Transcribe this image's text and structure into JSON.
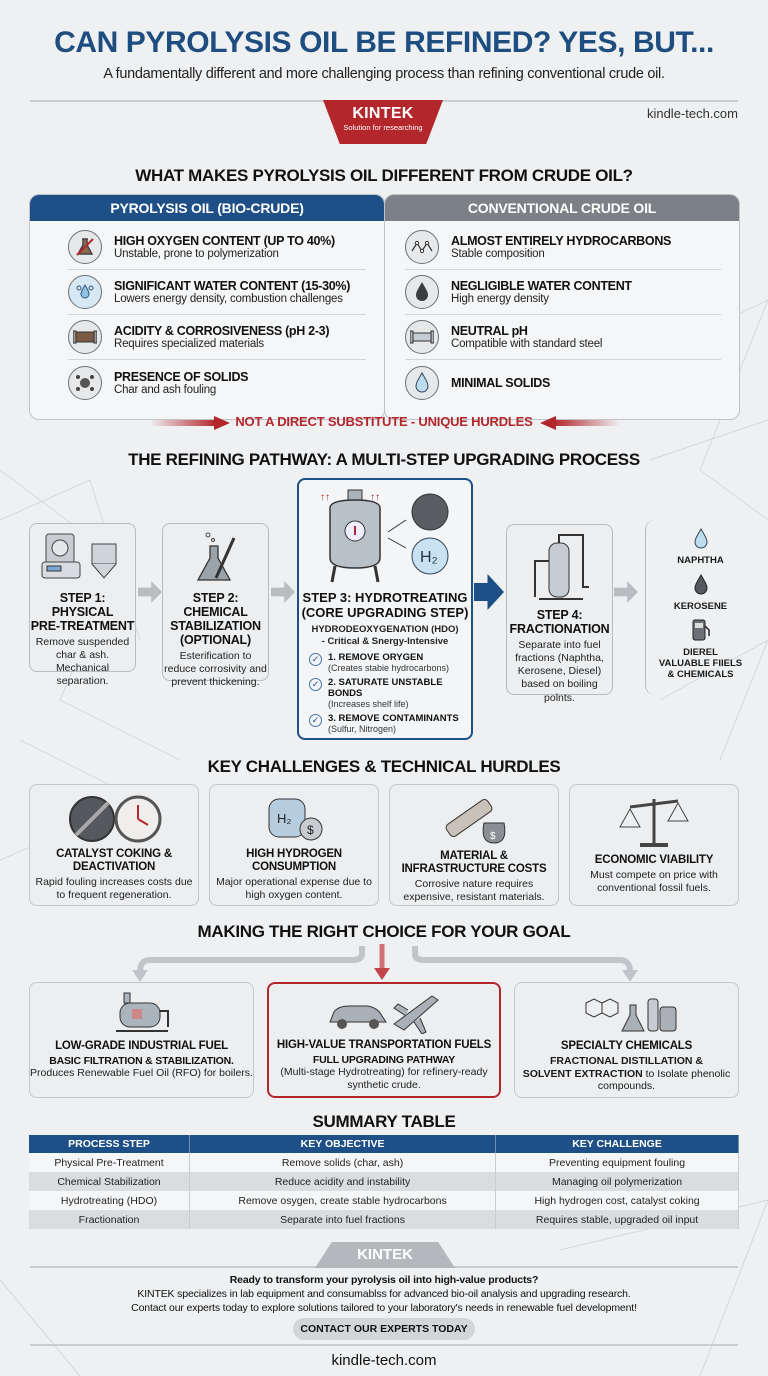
{
  "header": {
    "title": "CAN PYROLYSIS OIL BE REFINED? YES, BUT...",
    "subtitle": "A fundamentally different and more challenging process than refining conventional crude oil.",
    "brand": "KINTEK",
    "brand_tagline": "Solution for researching",
    "website": "kindle-tech.com"
  },
  "comparison": {
    "heading": "WHAT MAKES PYROLYSIS OIL DIFFERENT FROM CRUDE OIL?",
    "left": {
      "title": "PYROLYSIS OIL (BIO-CRUDE)",
      "items": [
        {
          "icon": "crossed-flask-icon",
          "title": "HIGH OXYGEN CONTENT (UP TO 40%)",
          "desc": "Unstable, prone to polymerization"
        },
        {
          "icon": "water-drops-icon",
          "title": "SIGNIFICANT WATER CONTENT (15-30%)",
          "desc": "Lowers energy density, combustion challenges"
        },
        {
          "icon": "corroded-pipe-icon",
          "title": "ACIDITY & CORROSIVENESS (pH 2-3)",
          "desc": "Requires specialized materials"
        },
        {
          "icon": "particles-icon",
          "title": "PRESENCE OF SOLIDS",
          "desc": "Char and ash fouling"
        }
      ]
    },
    "right": {
      "title": "CONVENTIONAL CRUDE OIL",
      "items": [
        {
          "icon": "molecule-chain-icon",
          "title": "ALMOST ENTIRELY HYDROCARBONS",
          "desc": "Stable composition"
        },
        {
          "icon": "oil-drop-icon",
          "title": "NEGLIGIBLE WATER CONTENT",
          "desc": "High energy density"
        },
        {
          "icon": "steel-pipe-icon",
          "title": "NEUTRAL pH",
          "desc": "Compatible with standard steel"
        },
        {
          "icon": "clear-drop-icon",
          "title": "MINIMAL SOLIDS",
          "desc": ""
        }
      ]
    },
    "banner": "NOT A DIRECT SUBSTITUTE - UNIQUE HURDLES"
  },
  "pathway": {
    "heading": "THE REFINING PATHWAY: A MULTI-STEP UPGRADING PROCESS",
    "step1": {
      "title": "STEP 1:\nPHYSICAL\nPRE-TREATMENT",
      "desc": "Remove suspended char & ash. Mechanical separation."
    },
    "step2": {
      "title": "STEP 2:\nCHEMICAL\nSTABILIZATION\n(OPTIONAL)",
      "desc": "Esterification to reduce corrosivity and prevent thickening."
    },
    "step3": {
      "title": "STEP 3: HYDROTREATING\n(CORE UPGRADING STEP)",
      "subtitle": "HYDRODEOXYGENATION (HDO)\n- Critical & Snergy-Intensive",
      "checks": [
        {
          "title": "1. REMOVE ORYGEN",
          "desc": "(Creates stabie hydrocarbons)"
        },
        {
          "title": "2. SATURATE UNSTABLE BONDS",
          "desc": "(Increases shelf life)"
        },
        {
          "title": "3. REMOVE CONTAMINANTS",
          "desc": "(Sulfur, Nitrogen)"
        }
      ]
    },
    "step4": {
      "title": "STEP 4:\nFRACTIONATION",
      "desc": "Separate into fuel fractions (Naphtha, Kerosene, Diesel) based on boiling polnts."
    },
    "outputs": {
      "naphtha": "NAPHTHA",
      "kerosene": "KEROSENE",
      "diesel": "DIEREL",
      "summary": "VALUABLE FIIELS\n& CHEMICALS"
    }
  },
  "challenges": {
    "heading": "KEY CHALLENGES & TECHNICAL HURDLES",
    "items": [
      {
        "title": "CATALYST COKING &\nDEACTIVATION",
        "desc": "Rapid fouling increases costs due to frequent regeneration."
      },
      {
        "title": "HIGH HYDROGEN\nCONSUMPTION",
        "desc": "Major operational expense due to high oxygen content."
      },
      {
        "title": "MATERIAL &\nINFRASTRUCTURE COSTS",
        "desc": "Corrosive nature requires expensive, resistant materials."
      },
      {
        "title": "ECONOMIC VIABILITY",
        "desc": "Must compete on price with conventional fossil fuels."
      }
    ]
  },
  "choices": {
    "heading": "MAKING THE RIGHT CHOICE FOR YOUR GOAL",
    "items": [
      {
        "title": "LOW-GRADE INDUSTRIAL FUEL",
        "bold": "BASIC FILTRATION & STABILIZATION.",
        "desc": "Produces Renewable Fuel Oil (RFO) for boilers."
      },
      {
        "title": "HIGH-VALUE TRANSPORTATION FUELS",
        "bold": "FULL UPGRADING PATHWAY",
        "desc": "(Multi-stage Hydrotreating) for refinery-ready synthetic crude."
      },
      {
        "title": "SPECIALTY CHEMICALS",
        "bold": "FRACTIONAL DISTILLATION &\nSOLVENT EXTRACTION",
        "desc": " to Isolate phenolic compounds."
      }
    ]
  },
  "summary_table": {
    "heading": "SUMMARY TABLE",
    "columns": [
      "PROCESS STEP",
      "KEY OBJECTIVE",
      "KEY CHALLENGE"
    ],
    "rows": [
      [
        "Physical Pre-Treatment",
        "Remove solids (char, ash)",
        "Preventing equipment fouling"
      ],
      [
        "Chemical Stabilization",
        "Reduce acidity and instability",
        "Managing oil polymerization"
      ],
      [
        "Hydrotreating (HDO)",
        "Remove osygen, create stable hydrocarbons",
        "High hydrogen cost, catalyst coking"
      ],
      [
        "Fractionation",
        "Separate into fuel fractions",
        "Requires stable, upgraded oil input"
      ]
    ]
  },
  "footer": {
    "brand": "KINTEK",
    "headline": "Ready to transform your pyrolysis oil into high-value products?",
    "line1": "KINTEK specializes in lab equipment and consumablss for advanced bio-oil analysis and upgrading research.",
    "line2": "Contact our experts today to explore solutions tailored to your laboratory's needs in renewable fuel development!",
    "cta": "CONTACT OUR EXPERTS TODAY",
    "website": "kindle-tech.com"
  },
  "colors": {
    "primary_blue": "#1f4f87",
    "accent_red": "#b3262b",
    "neutral_gray": "#7c8188",
    "background": "#eef0f2"
  }
}
